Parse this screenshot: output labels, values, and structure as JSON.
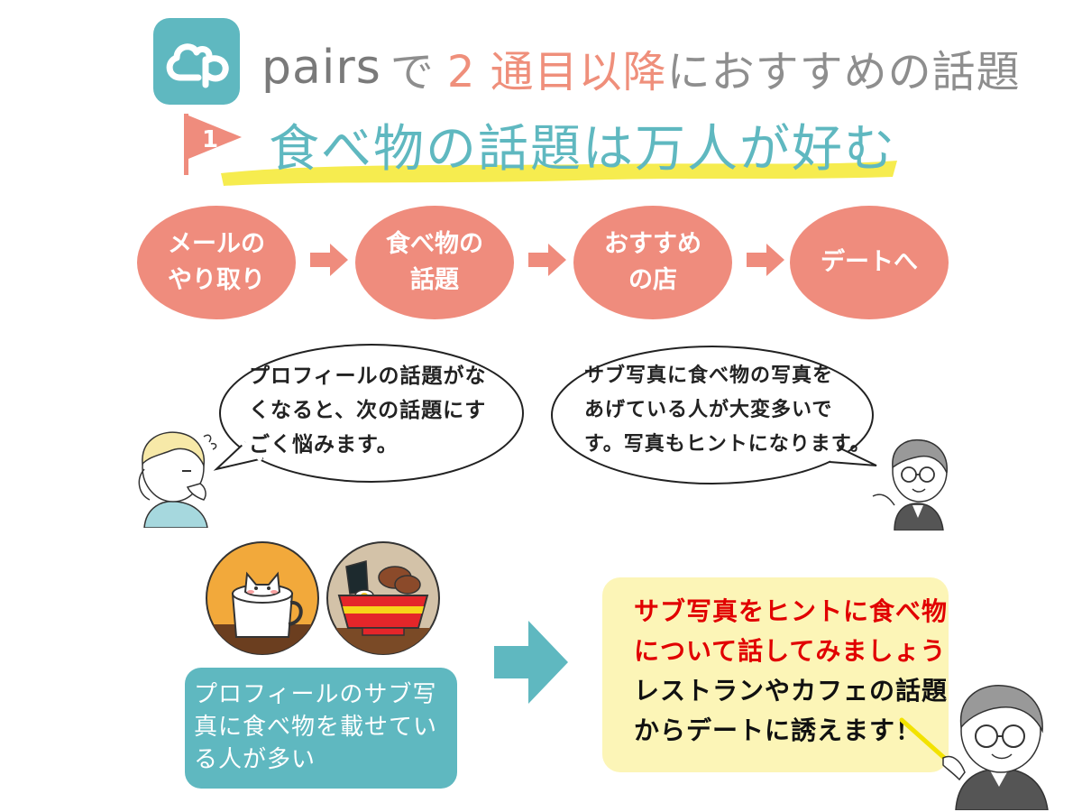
{
  "header": {
    "brand": "pairs",
    "mid": "で",
    "accent": "2 通目以降",
    "rest": "におすすめの話題"
  },
  "subtitle": {
    "number": "1",
    "text": "食べ物の話題は万人が好む"
  },
  "steps": [
    {
      "line1": "メールの",
      "line2": "やり取り"
    },
    {
      "line1": "食べ物の",
      "line2": "話題"
    },
    {
      "line1": "おすすめ",
      "line2": "の店"
    },
    {
      "line1": "デートへ",
      "line2": ""
    }
  ],
  "bubbles": {
    "left": [
      "プロフィールの話題がな",
      "くなると、次の話題にす",
      "ごく悩みます。"
    ],
    "right": [
      "サブ写真に食べ物の写真を",
      "あげている人が大変多いで",
      "す。写真もヒントになります。"
    ]
  },
  "notes": {
    "left": [
      "プロフィールのサブ写",
      "真に食べ物を載せてい",
      "る人が多い"
    ],
    "right_red": [
      "サブ写真をヒントに食べ物",
      "について話してみましょう"
    ],
    "right_black": [
      "レストランやカフェの話題",
      "からデートに誘えます！"
    ]
  },
  "icons": [
    "pairs-logo-icon",
    "flag-icon",
    "arrow-right-icon",
    "coffee-cup-icon",
    "ramen-bowl-icon",
    "woman-thinking-icon",
    "man-glasses-icon"
  ],
  "colors": {
    "teal": "#5fb8c0",
    "salmon": "#ef8c7d",
    "yellow": "#fcf5b7",
    "red": "#e10000"
  }
}
